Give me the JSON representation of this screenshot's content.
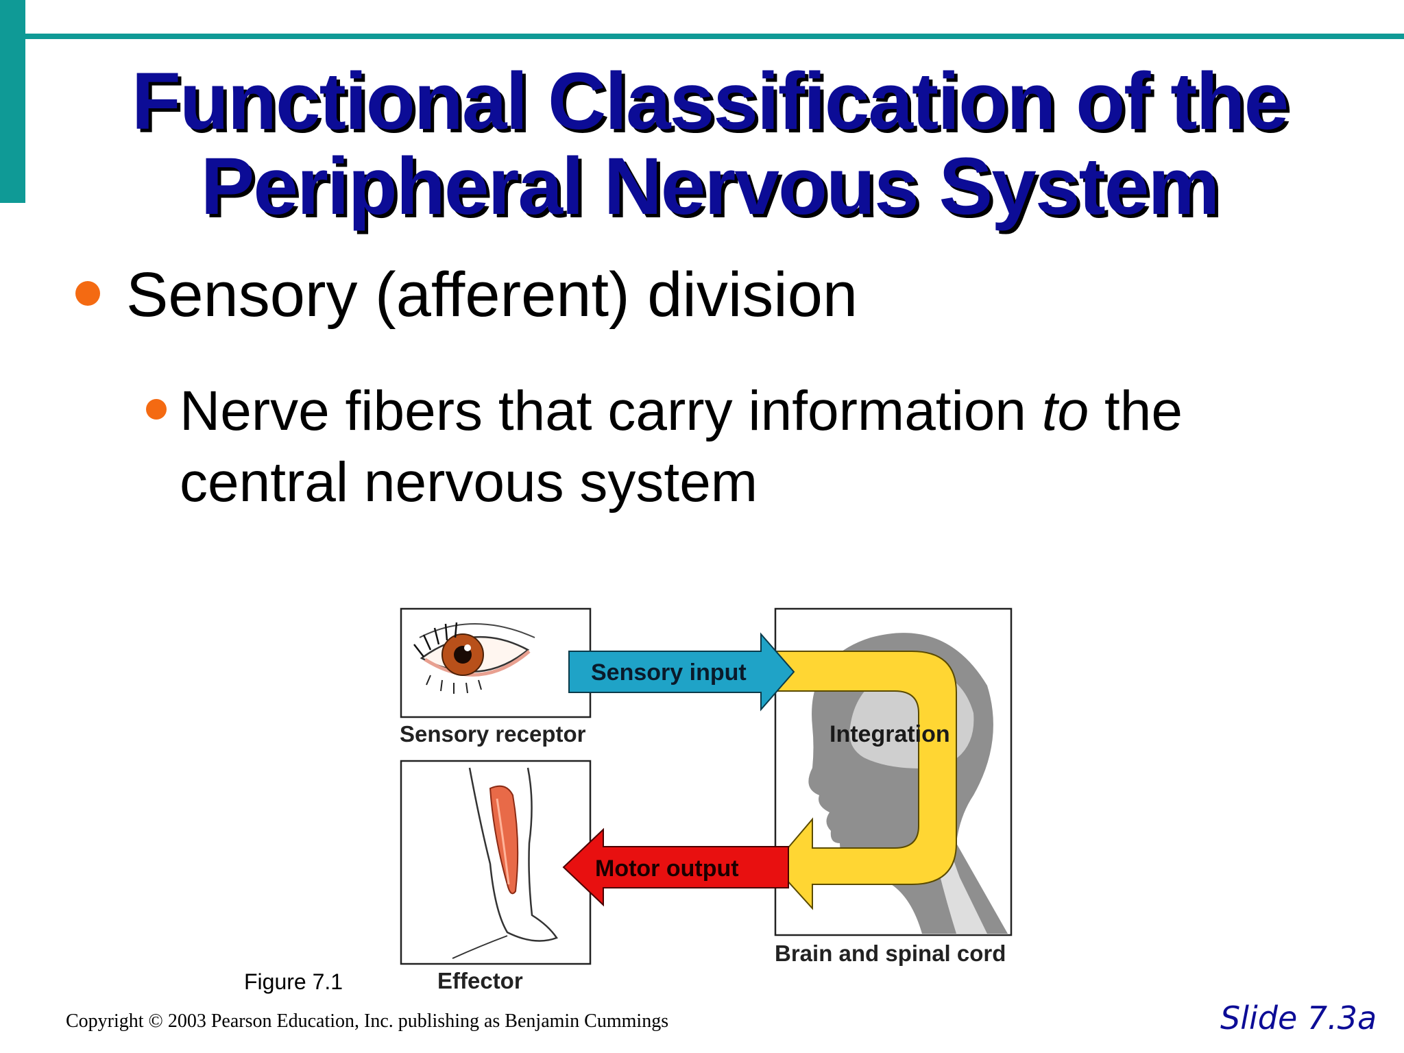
{
  "slide": {
    "title_line1": "Functional Classification of the",
    "title_line2": "Peripheral Nervous System",
    "level1": "Sensory (afferent) division",
    "level2": {
      "before": "Nerve fibers that carry information ",
      "em": "to",
      "after": " the central nervous system"
    },
    "figure_caption": "Figure 7.1",
    "copyright": "Copyright © 2003 Pearson Education, Inc. publishing as Benjamin Cummings",
    "slide_number": "Slide 7.3a"
  },
  "figure": {
    "sensory_receptor": "Sensory receptor",
    "effector": "Effector",
    "brain_and_spinal_cord": "Brain and spinal cord",
    "sensory_input": "Sensory input",
    "integration": "Integration",
    "motor_output": "Motor output"
  },
  "colors": {
    "accent": "#0f9a96",
    "title": "#0c0c96",
    "bullet": "#f46a12",
    "sensory_arrow": "#1fa3c7",
    "integration_arrow": "#ffd633",
    "motor_arrow": "#e81010"
  }
}
